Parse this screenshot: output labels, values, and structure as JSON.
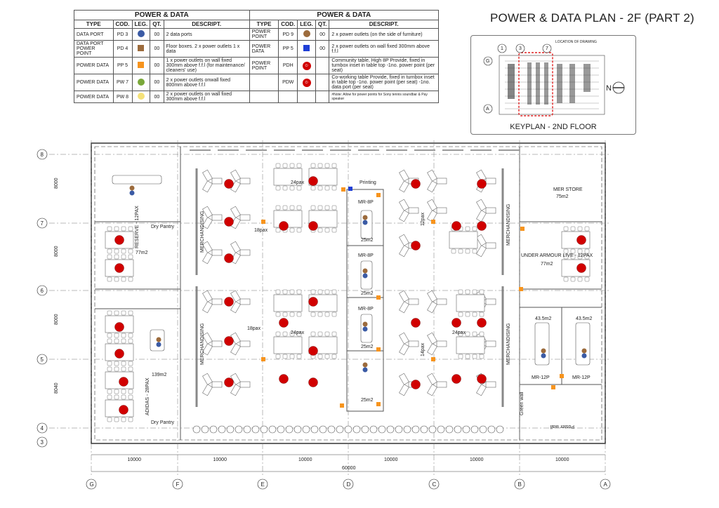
{
  "title": "POWER & DATA PLAN - 2F (PART 2)",
  "legend": {
    "header": "POWER & DATA",
    "columns": [
      "TYPE",
      "COD.",
      "LEG.",
      "QT.",
      "DESCRIPT."
    ],
    "left": [
      {
        "type": "DATA PORT",
        "code": "PD 3",
        "qt": "00",
        "desc": "2 data ports",
        "symbol": "dot",
        "color": "#3b5ba5"
      },
      {
        "type": "DATA PORT POWER POINT",
        "code": "PD 4",
        "qt": "00",
        "desc": "Floor boxes. 2 x power outlets 1 x data",
        "symbol": "square",
        "color": "#9c6b3c"
      },
      {
        "type": "POWER DATA",
        "code": "PP 5",
        "qt": "00",
        "desc": "1 x power outlets on wall fixed 300mm above f.f.l (for maintenance/ cleaners' use)",
        "symbol": "square",
        "color": "#f7941d"
      },
      {
        "type": "POWER DATA",
        "code": "PW 7",
        "qt": "00",
        "desc": "2 x power outlets onwall fixed 800mm above f.f.l",
        "symbol": "dot",
        "color": "#7aa83a"
      },
      {
        "type": "POWER DATA",
        "code": "PW 8",
        "qt": "00",
        "desc": "2 x power outlets on wall fixed 300mm above f.f.l",
        "symbol": "dot",
        "color": "#f5e27a"
      }
    ],
    "right": [
      {
        "type": "POWER POINT",
        "code": "PD 9",
        "qt": "00",
        "desc": "2 x power outlets (on the side of furniture)",
        "symbol": "dot",
        "color": "#9c6b3c"
      },
      {
        "type": "POWER DATA",
        "code": "PP 5",
        "qt": "00",
        "desc": "2 x power outlets on wall fixed 300mm above f.f.l",
        "symbol": "square",
        "color": "#1f3fd6"
      },
      {
        "type": "POWER POINT",
        "code": "PDH",
        "qt": "",
        "desc": "Community table, High 8P Provide, fixed in turnbox inset in table top -1no. power point (per seat)",
        "symbol": "red",
        "color": "#d10000"
      },
      {
        "type": "",
        "code": "PDW",
        "qt": "",
        "desc": "Co-working table Provide, fixed in turnbox inset in table top -1no. power point (per seat) -1no. data port (per seat)",
        "symbol": "red",
        "color": "#d10000"
      },
      {
        "type": "",
        "code": "",
        "qt": "",
        "desc": "#Note: Allow for power points for Sony tennis soundbar & Pay speaker",
        "symbol": "",
        "color": ""
      }
    ]
  },
  "keyplan": {
    "caption": "KEYPLAN - 2ND FLOOR",
    "location_label": "LOCATION OF DRAWING",
    "grid_labels": [
      "1",
      "3",
      "7",
      "G",
      "A"
    ],
    "north": "N"
  },
  "plan": {
    "grid_columns": [
      "G",
      "F",
      "E",
      "D",
      "C",
      "B",
      "A"
    ],
    "grid_rows": [
      "8",
      "7",
      "6",
      "5",
      "4",
      "3"
    ],
    "row_dims": [
      "8000",
      "8000",
      "8000",
      "8040"
    ],
    "col_dims": [
      "10000",
      "10000",
      "10000",
      "10000",
      "10000",
      "10000"
    ],
    "total_dim": "60000",
    "rooms": {
      "reserve": "RESERVE - 12PAX",
      "reserve_area": "77m2",
      "dry_pantry_1": "Dry Pantry",
      "dry_pantry_2": "Dry Pantry",
      "adidas": "ADIDAS - 28PAX",
      "adidas_area": "139m2",
      "mr8p_1": "MR-8P",
      "mr8p_2": "MR-8P",
      "mr8p_3": "MR-8P",
      "mr_area": "25m2",
      "under_armour": "UNDER ARMOUR LIVE - 12PAX",
      "under_armour_area": "77m2",
      "mer_store": "MER STORE",
      "mer_store_area": "75m2",
      "mr12p": "MR-12P",
      "mr12p_area": "43.5m2",
      "merchandising": "MERCHANDISING",
      "green_wall": "Green wall",
      "poster_wall": "Poster wall",
      "printing": "Printing",
      "pax18": "18pax",
      "pax24": "24pax",
      "pax14": "14pax",
      "pax12": "12pax"
    }
  }
}
